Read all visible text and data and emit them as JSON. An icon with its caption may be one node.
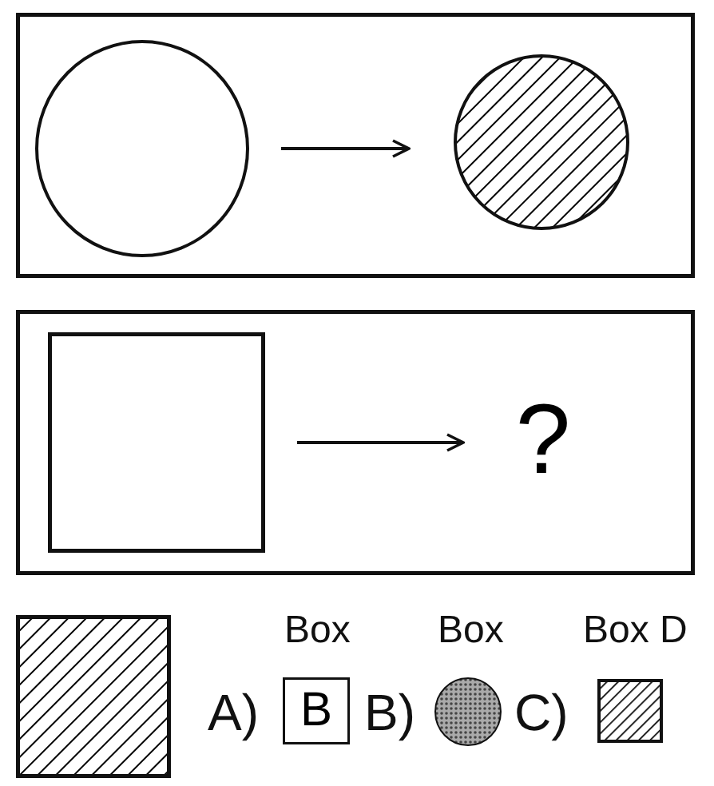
{
  "diagram": {
    "nodes": [
      {
        "text": [],
        "shape": "box"
      },
      {
        "text": [],
        "shape": "circle",
        "in": 0
      },
      {
        "text": [],
        "shape": "circle",
        "in": 0
      },
      {
        "text": [],
        "shape": "box"
      },
      {
        "text": [],
        "shape": "box",
        "in": 3
      },
      {
        "text": [
          "?"
        ],
        "in": 3
      },
      {
        "text": [],
        "shape": "box"
      },
      {
        "text": [
          "B"
        ]
      },
      {
        "text": [],
        "shape": "circle"
      },
      {
        "text": [],
        "shape": "box"
      }
    ],
    "edges": [
      {
        "from": 1,
        "to": 2,
        "arrow": "to"
      },
      {
        "from": 4,
        "to": 5,
        "arrow": "to"
      }
    ],
    "labels": [
      "Box",
      "Box",
      "Box D",
      "A)",
      "B)",
      "C)"
    ]
  }
}
